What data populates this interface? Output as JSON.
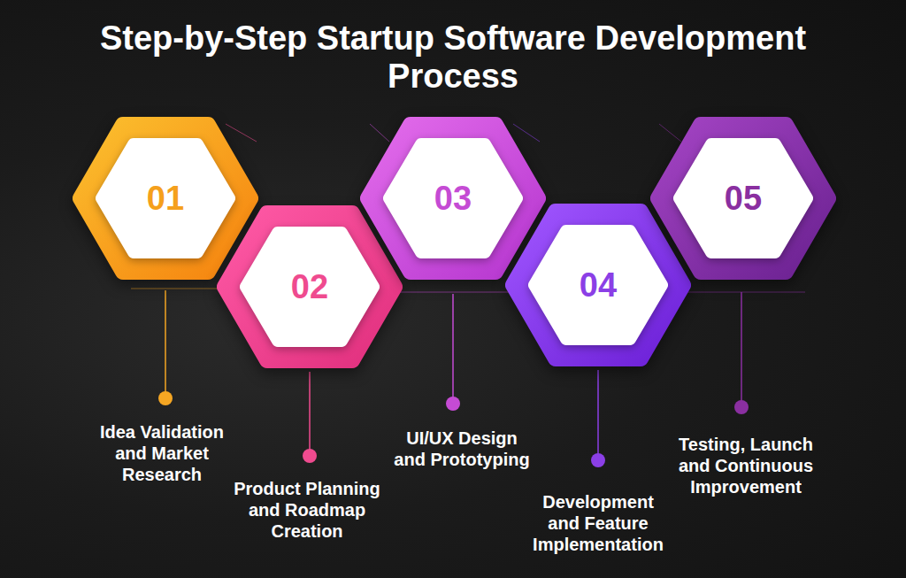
{
  "diagram": {
    "title": "Step-by-Step Startup Software Development Process",
    "nodes": [
      {
        "text": [
          "01",
          "Idea Validation and Market Research"
        ]
      },
      {
        "text": [
          "02",
          "Product Planning and Roadmap Creation"
        ]
      },
      {
        "text": [
          "03",
          "UI/UX Design and Prototyping"
        ]
      },
      {
        "text": [
          "04",
          "Development and Feature Implementation"
        ]
      },
      {
        "text": [
          "05",
          "Testing, Launch and Continuous Improvement"
        ]
      }
    ]
  }
}
